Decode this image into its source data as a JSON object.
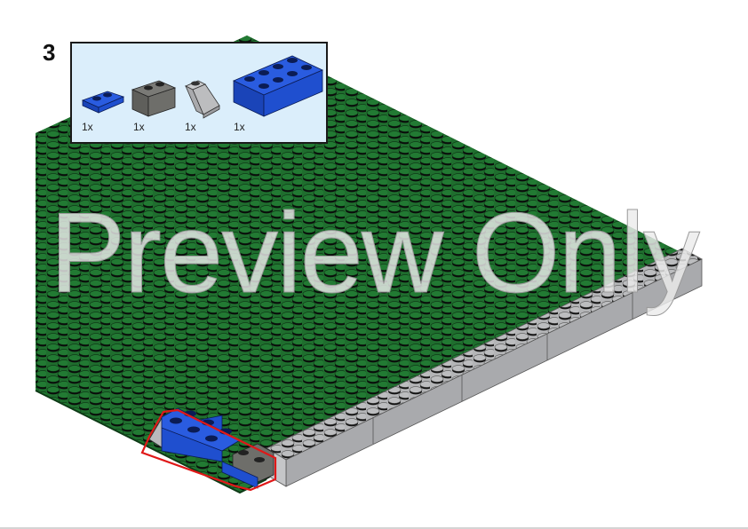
{
  "step": {
    "number": "3"
  },
  "parts_list": {
    "items": [
      {
        "name": "blue 1x2 plate",
        "color": "#1f4fcf",
        "qty": "1x",
        "icon": "plate-1x2-icon"
      },
      {
        "name": "dark grey 1x2 brick",
        "color": "#6e6e6a",
        "qty": "1x",
        "icon": "brick-1x2-icon"
      },
      {
        "name": "light grey 1x2 slope",
        "color": "#b9babc",
        "qty": "1x",
        "icon": "slope-1x2-icon"
      },
      {
        "name": "blue 2x4 brick",
        "color": "#1f4fcf",
        "qty": "1x",
        "icon": "brick-2x4-icon"
      }
    ],
    "background": "#dbeefb"
  },
  "model": {
    "baseplate_color": "#1f6e2e",
    "border_bricks_color": "#b4b5b7",
    "callout_color": "#e01818",
    "added_parts": [
      "blue 2x4 brick",
      "blue 1x2 plate",
      "dark grey 1x2 brick",
      "light grey 1x2 slope"
    ]
  },
  "watermark": {
    "text": "Preview Only"
  }
}
